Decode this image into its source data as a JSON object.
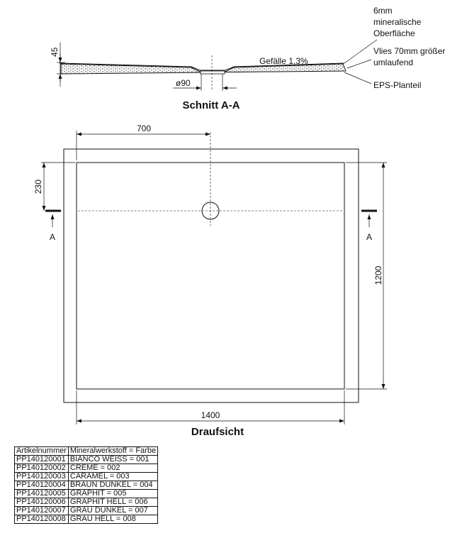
{
  "section": {
    "title": "Schnitt A-A",
    "height_dim": "45",
    "drain_dim": "ø90",
    "slope_label": "Gefälle 1,3%",
    "callouts": {
      "surface": [
        "6mm",
        "mineralische",
        "Oberfläche"
      ],
      "fleece": [
        "Vlies 70mm größer",
        "umlaufend"
      ],
      "eps": "EPS-Planteil"
    }
  },
  "plan": {
    "title": "Draufsicht",
    "dim_drain_x": "700",
    "dim_drain_y": "230",
    "dim_width": "1400",
    "dim_depth": "1200",
    "section_marker_left": "A",
    "section_marker_right": "A"
  },
  "table": {
    "headers": [
      "Artikelnummer",
      "Mineralwerkstoff = Farbe"
    ],
    "rows": [
      [
        "PP140120001",
        "BIANCO WEISS = 001"
      ],
      [
        "PP140120002",
        "CREME = 002"
      ],
      [
        "PP140120003",
        "CARAMEL = 003"
      ],
      [
        "PP140120004",
        "BRAUN DUNKEL = 004"
      ],
      [
        "PP140120005",
        "GRAPHIT = 005"
      ],
      [
        "PP140120006",
        "GRAPHIT HELL = 006"
      ],
      [
        "PP140120007",
        "GRAU DUNKEL = 007"
      ],
      [
        "PP140120008",
        "GRAU HELL = 008"
      ]
    ]
  }
}
